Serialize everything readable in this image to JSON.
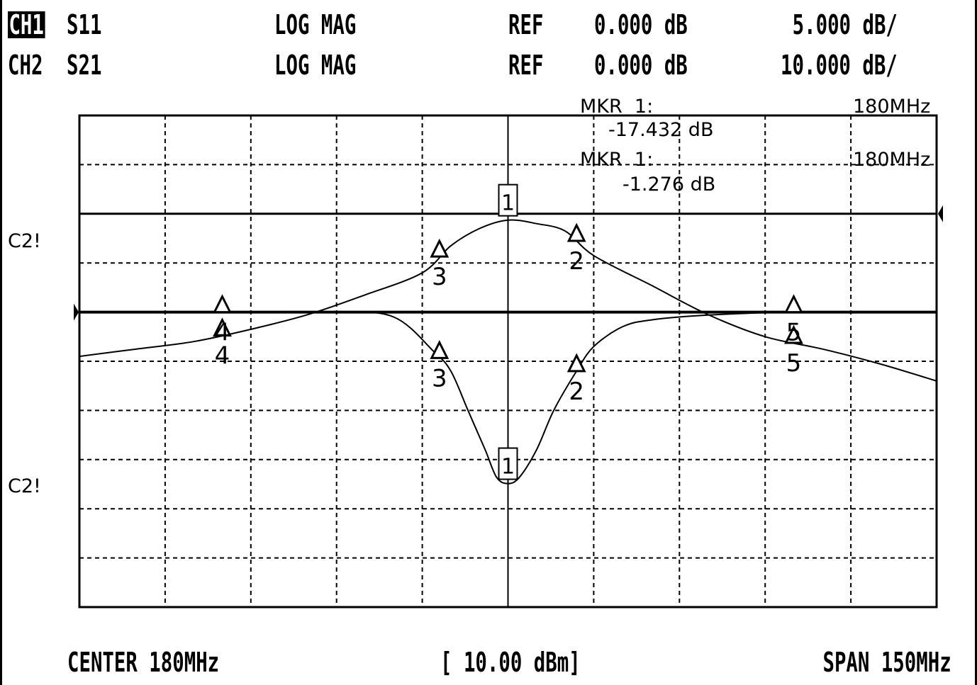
{
  "channels": [
    {
      "id": "CH1",
      "param": "S11",
      "format": "LOG MAG",
      "ref_label": "REF",
      "ref_value": "0.000 dB",
      "scale": "5.000 dB/",
      "active": true
    },
    {
      "id": "CH2",
      "param": "S21",
      "format": "LOG MAG",
      "ref_label": "REF",
      "ref_value": "0.000 dB",
      "scale": "10.000 dB/",
      "active": false
    }
  ],
  "markers": {
    "mkr1": {
      "label": "MKR  1:",
      "freq": "180MHz",
      "value": "-17.432 dB"
    },
    "mkr2": {
      "label": "MKR  1:",
      "freq": "180MHz",
      "value": "-1.276 dB"
    }
  },
  "side_labels": [
    "C2!",
    "C2!"
  ],
  "footer": {
    "center": "CENTER 180MHz",
    "power": "[ 10.00 dBm]",
    "span": "SPAN 150MHz"
  },
  "chart_data": {
    "type": "line",
    "grid": true,
    "x_range_mhz": [
      105,
      255
    ],
    "series": [
      {
        "name": "S21",
        "ref_division": 2,
        "divisions_per_unit": 0.1,
        "x": [
          105,
          115,
          125,
          135,
          145,
          155,
          165,
          170,
          175,
          180,
          185,
          190,
          195,
          205,
          215,
          225,
          235,
          245,
          255
        ],
        "y": [
          -29,
          -27.5,
          -26,
          -23.5,
          -20.5,
          -16.5,
          -12,
          -6.5,
          -3,
          -1.276,
          -2,
          -3.5,
          -8.5,
          -14.5,
          -20.5,
          -25,
          -27.5,
          -30.5,
          -34
        ],
        "markers": [
          {
            "n": "1",
            "x": 180
          },
          {
            "n": "2",
            "x": 192
          },
          {
            "n": "3",
            "x": 168
          },
          {
            "n": "4",
            "x": 130
          },
          {
            "n": "5",
            "x": 230
          }
        ]
      },
      {
        "name": "S11",
        "ref_division": 4,
        "divisions_per_unit": 0.2,
        "x": [
          105,
          130,
          150,
          160,
          167,
          170,
          173,
          176,
          178,
          180,
          182,
          185,
          188,
          192,
          195,
          200,
          205,
          215,
          230,
          255
        ],
        "y": [
          0,
          0,
          0,
          -0.5,
          -4,
          -6,
          -10,
          -14,
          -16.8,
          -17.432,
          -16.8,
          -14,
          -10,
          -6,
          -3.5,
          -1.5,
          -0.8,
          -0.3,
          0,
          0
        ],
        "markers": [
          {
            "n": "1",
            "x": 180
          },
          {
            "n": "2",
            "x": 192
          },
          {
            "n": "3",
            "x": 168
          },
          {
            "n": "4",
            "x": 130
          },
          {
            "n": "5",
            "x": 230
          }
        ]
      }
    ]
  }
}
